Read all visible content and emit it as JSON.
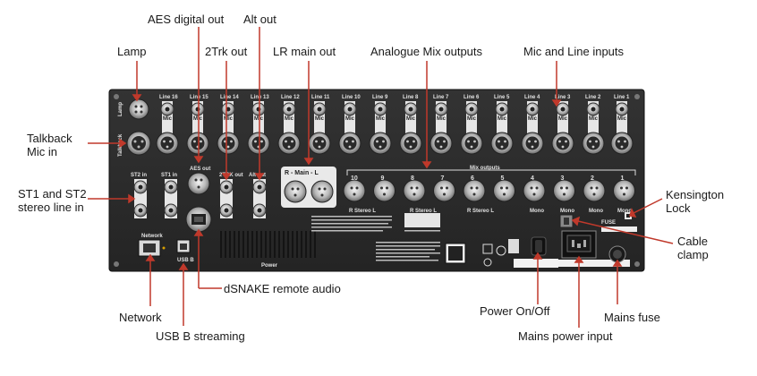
{
  "callouts": {
    "aes": "AES digital out",
    "alt": "Alt out",
    "lamp": "Lamp",
    "trk2": "2Trk out",
    "lr": "LR main out",
    "analogue": "Analogue Mix outputs",
    "micline": "Mic and Line inputs",
    "talkback_1": "Talkback",
    "talkback_2": "Mic in",
    "st_1": "ST1  and  ST2",
    "st_2": "stereo line in",
    "kensington_1": "Kensington",
    "kensington_2": "Lock",
    "cable_1": "Cable",
    "cable_2": "clamp",
    "dsnake": "dSNAKE remote audio",
    "network": "Network",
    "usb": "USB B streaming",
    "power_onoff": "Power On/Off",
    "mains_fuse": "Mains fuse",
    "mains_input": "Mains power input"
  },
  "panel": {
    "line_labels": [
      "Line 16",
      "Line 15",
      "Line 14",
      "Line 13",
      "Line 12",
      "Line 11",
      "Line 10",
      "Line 9",
      "Line 8",
      "Line 7",
      "Line 6",
      "Line 5",
      "Line 4",
      "Line 3",
      "Line 2",
      "Line 1"
    ],
    "mic_label": "Mic",
    "lamp_label": "Lamp",
    "talkback_label": "Talkback",
    "st2_label": "ST2 in",
    "st1_label": "ST1 in",
    "aes_label": "AES out",
    "trk_label": "2TRK out",
    "alt_label": "Alt out",
    "lr_label": "R - Main - L",
    "mix_outputs_label": "Mix outputs",
    "mix_numbers": [
      "10",
      "9",
      "8",
      "7",
      "6",
      "5",
      "4",
      "3",
      "2",
      "1"
    ],
    "stereo_label": "R  Stereo  L",
    "mono_label": "Mono",
    "network_label": "Network",
    "usb_label": "USB B",
    "power_label": "Power",
    "fuse_label": "FUSE",
    "l_label": "L",
    "r_label": "R"
  },
  "colors": {
    "panel": "#2b2b2b",
    "panel_edge": "#1b1b1b",
    "accent_connector": "#c9c9c9"
  }
}
